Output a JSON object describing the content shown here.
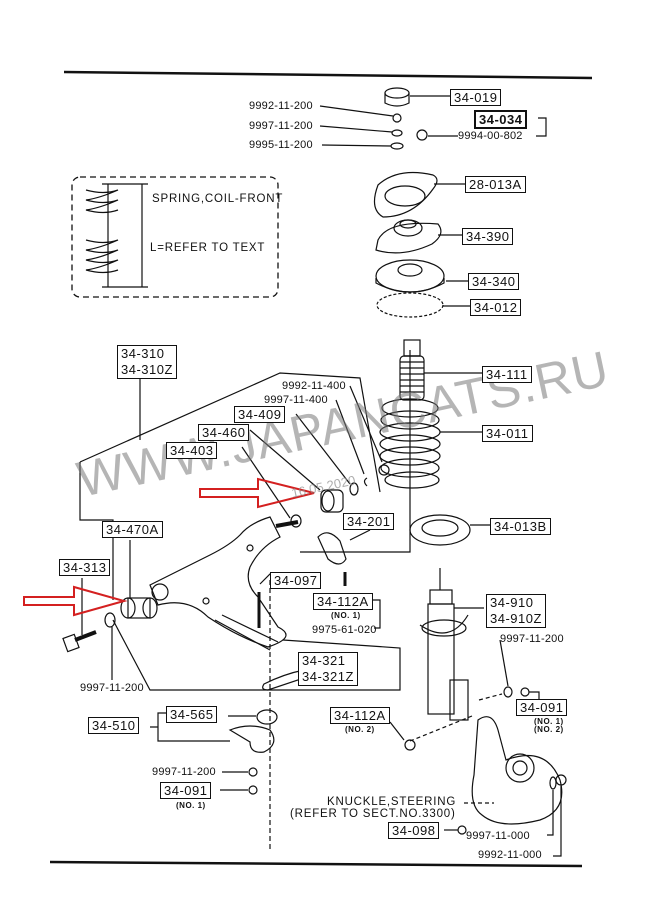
{
  "diagram": {
    "title": "Front suspension exploded parts diagram",
    "watermark": "WWW.JAPANCATS.RU",
    "date_stamp": "16.05.2020",
    "highlight_color": "#d42020",
    "inset": {
      "line1": "SPRING,COIL-FRONT",
      "line2": "L=REFER TO TEXT"
    },
    "labels": {
      "p34_019": "34-019",
      "p34_034": "34-034",
      "p9994_00_802": "9994-00-802",
      "p9992_11_200_top": "9992-11-200",
      "p9997_11_200_top": "9997-11-200",
      "p9995_11_200": "9995-11-200",
      "p28_013A": "28-013A",
      "p34_390": "34-390",
      "p34_340": "34-340",
      "p34_012": "34-012",
      "p34_310": "34-310",
      "p34_310Z": "34-310Z",
      "p34_111": "34-111",
      "p9992_11_400": "9992-11-400",
      "p9997_11_400": "9997-11-400",
      "p34_409": "34-409",
      "p34_460": "34-460",
      "p34_403": "34-403",
      "p34_011": "34-011",
      "p34_201": "34-201",
      "p34_013B": "34-013B",
      "p34_470A": "34-470A",
      "p34_313": "34-313",
      "p34_097": "34-097",
      "p34_112A_1": "34-112A",
      "no1_a": "(NO. 1)",
      "p9975_61_020": "9975-61-020",
      "p34_910": "34-910",
      "p34_910Z": "34-910Z",
      "p9997_11_200_right": "9997-11-200",
      "p9997_11_200_left": "9997-11-200",
      "p34_321": "34-321",
      "p34_321Z": "34-321Z",
      "p34_091_right": "34-091",
      "no1_b": "(NO. 1)",
      "no2_b": "(NO. 2)",
      "p34_510": "34-510",
      "p34_565": "34-565",
      "p34_112A_2": "34-112A",
      "no2_a": "(NO. 2)",
      "p9997_11_200_bottom": "9997-11-200",
      "p34_091_bottom": "34-091",
      "no1_c": "(NO. 1)",
      "knuckle_line1": "KNUCKLE,STEERING",
      "knuckle_line2": "(REFER TO SECT.NO.3300)",
      "p34_098": "34-098",
      "p9997_11_000": "9997-11-000",
      "p9992_11_000": "9992-11-000"
    }
  }
}
